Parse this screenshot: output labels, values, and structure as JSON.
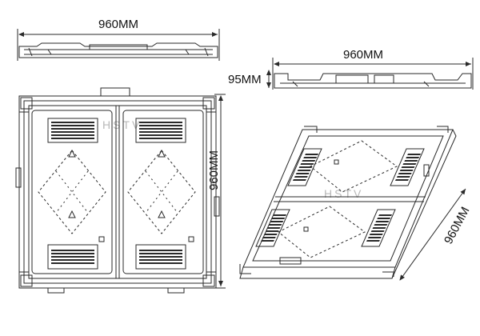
{
  "dimensions": {
    "top_width": "960MM",
    "side_width": "960MM",
    "side_depth": "95MM",
    "front_height": "960MM",
    "iso_edge": "960MM"
  },
  "watermark": "HSTV",
  "colors": {
    "line": "#2a2a2a",
    "background": "#ffffff",
    "watermark": "#b9b9b9"
  }
}
